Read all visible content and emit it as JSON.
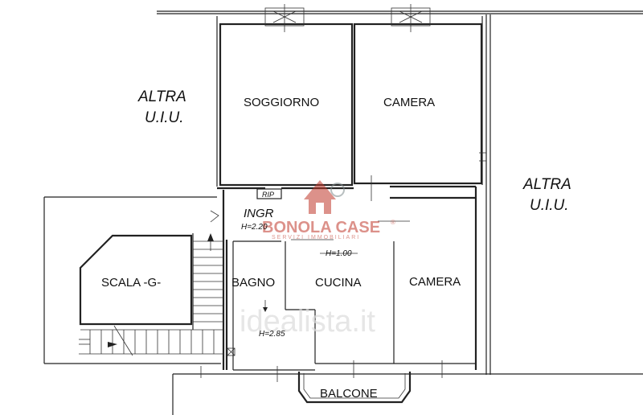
{
  "rooms": {
    "soggiorno": "SOGGIORNO",
    "camera_top": "CAMERA",
    "camera_right": "CAMERA",
    "cucina": "CUCINA",
    "bagno": "BAGNO",
    "ingresso": "INGR",
    "ripostiglio": "RIP",
    "scala": "SCALA -G-",
    "balcone": "BALCONE"
  },
  "neighbors": {
    "left_line1": "ALTRA",
    "left_line2": "U.I.U.",
    "right_line1": "ALTRA",
    "right_line2": "U.I.U."
  },
  "heights": {
    "ingresso": "H=2.20",
    "cucina": "H=1.00",
    "bagno": "H=2.85"
  },
  "watermark": {
    "brand": "BONOLA CASE",
    "registered": "®",
    "tagline": "SERVIZI IMMOBILIARI",
    "portal": "idealista.it",
    "brand_color": "#c0392b"
  }
}
